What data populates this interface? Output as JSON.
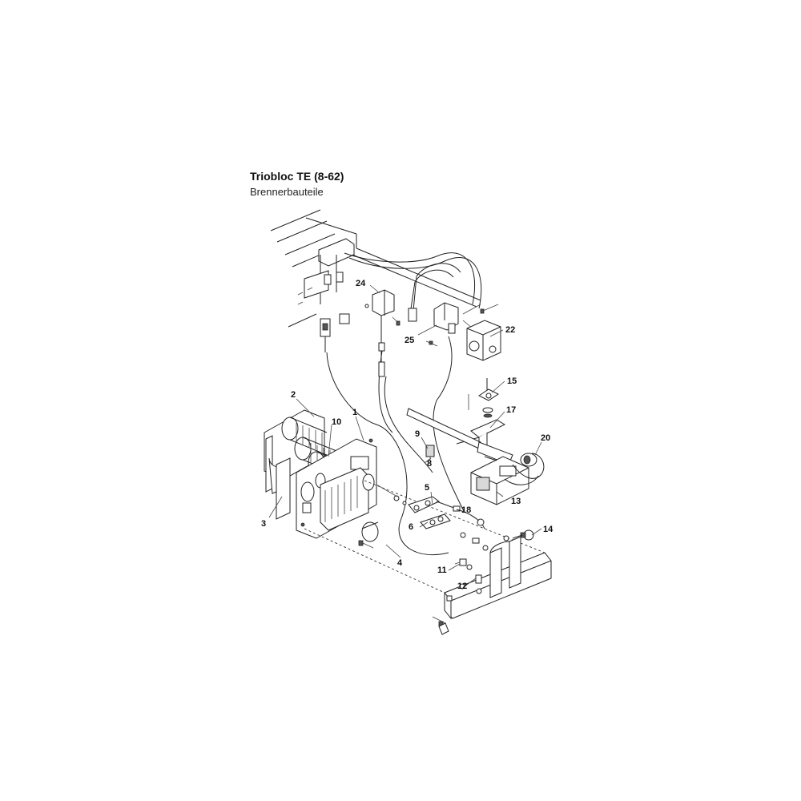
{
  "header": {
    "title": "Triobloc TE (8-62)",
    "subtitle": "Brennerbauteile"
  },
  "callouts": [
    {
      "id": "24",
      "label": "24"
    },
    {
      "id": "25",
      "label": "25"
    },
    {
      "id": "22",
      "label": "22"
    },
    {
      "id": "15",
      "label": "15"
    },
    {
      "id": "17",
      "label": "17"
    },
    {
      "id": "2",
      "label": "2"
    },
    {
      "id": "1",
      "label": "1"
    },
    {
      "id": "10",
      "label": "10"
    },
    {
      "id": "9",
      "label": "9"
    },
    {
      "id": "8",
      "label": "8"
    },
    {
      "id": "20",
      "label": "20"
    },
    {
      "id": "13",
      "label": "13"
    },
    {
      "id": "5",
      "label": "5"
    },
    {
      "id": "18",
      "label": "18"
    },
    {
      "id": "6",
      "label": "6"
    },
    {
      "id": "14",
      "label": "14"
    },
    {
      "id": "3",
      "label": "3"
    },
    {
      "id": "4",
      "label": "4"
    },
    {
      "id": "11",
      "label": "11"
    },
    {
      "id": "12",
      "label": "12"
    }
  ]
}
